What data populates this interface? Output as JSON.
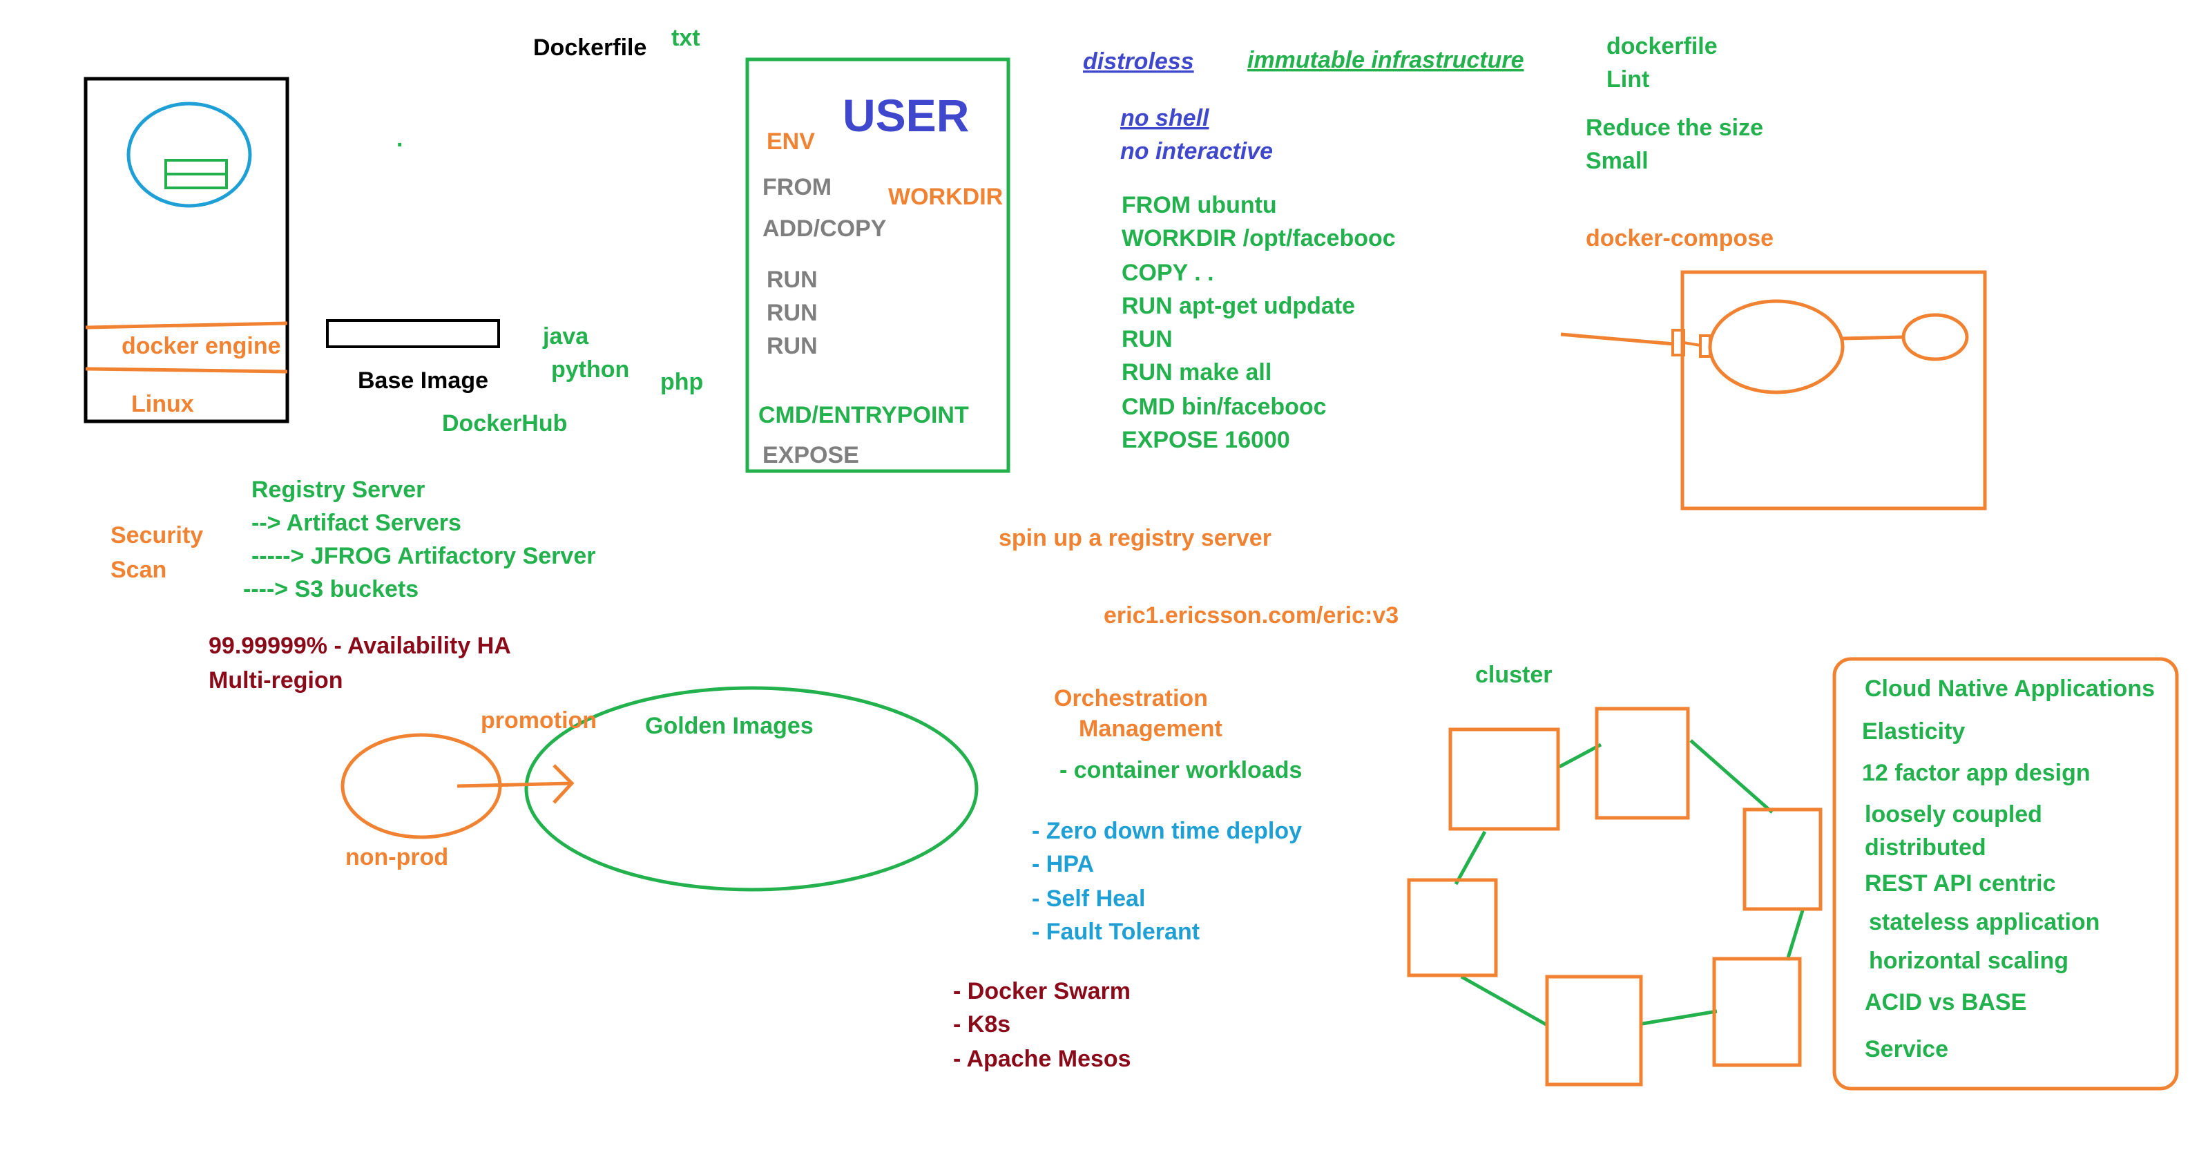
{
  "colors": {
    "orange": "#F08232",
    "green": "#22B14C",
    "blue": "#3F48CC",
    "cyan": "#1E9FD6",
    "darkred": "#8B0A1A",
    "gray": "#7F7F7F",
    "black": "#000000"
  },
  "server": {
    "docker_engine": "docker engine",
    "linux": "Linux"
  },
  "base_image": {
    "title": "Base Image",
    "languages": [
      "java",
      "python",
      "php"
    ],
    "dot": ".",
    "dockerhub": "DockerHub"
  },
  "dockerfile_heading": {
    "title": "Dockerfile",
    "txt": "txt"
  },
  "instructions_box": {
    "user": "USER",
    "env": "ENV",
    "workdir": "WORKDIR",
    "from": "FROM",
    "add_copy": "ADD/COPY",
    "runs": [
      "RUN",
      "RUN",
      "RUN"
    ],
    "cmd": "CMD/ENTRYPOINT",
    "expose": "EXPOSE"
  },
  "distroless": {
    "title": "distroless",
    "immutable": "immutable infrastructure",
    "no_shell": "no shell",
    "no_interactive": "no interactive"
  },
  "example_dockerfile": [
    "FROM ubuntu",
    "WORKDIR /opt/facebooc",
    "COPY . .",
    "RUN apt-get udpdate",
    "RUN",
    "RUN make all",
    "CMD bin/facebooc",
    "EXPOSE 16000"
  ],
  "lint": {
    "line1": "dockerfile",
    "line2": "Lint",
    "reduce": "Reduce the size",
    "small": "Small"
  },
  "compose": {
    "title": "docker-compose"
  },
  "registry": {
    "security_scan": [
      "Security",
      "Scan"
    ],
    "items": [
      "Registry Server",
      "--> Artifact Servers",
      "-----> JFROG Artifactory Server",
      "----> S3 buckets"
    ],
    "availability": "99.99999% - Availability HA",
    "multi_region": "Multi-region"
  },
  "spin_up": {
    "text": "spin up a registry server",
    "image_ref": "eric1.ericsson.com/eric:v3"
  },
  "promotion": {
    "label": "promotion",
    "golden": "Golden Images",
    "non_prod": "non-prod"
  },
  "orchestration": {
    "line1": "Orchestration",
    "line2": "Management",
    "workloads": "- container workloads",
    "features": [
      "- Zero down time deploy",
      "- HPA",
      "- Self Heal",
      "- Fault Tolerant"
    ],
    "tools": [
      "- Docker Swarm",
      "- K8s",
      "- Apache Mesos"
    ]
  },
  "cluster": {
    "title": "cluster"
  },
  "cloud_native": {
    "items": [
      "Cloud Native Applications",
      "Elasticity",
      "12 factor app design",
      "loosely coupled",
      "distributed",
      "REST API centric",
      "stateless application",
      "horizontal scaling",
      "ACID vs BASE",
      "Service"
    ]
  }
}
